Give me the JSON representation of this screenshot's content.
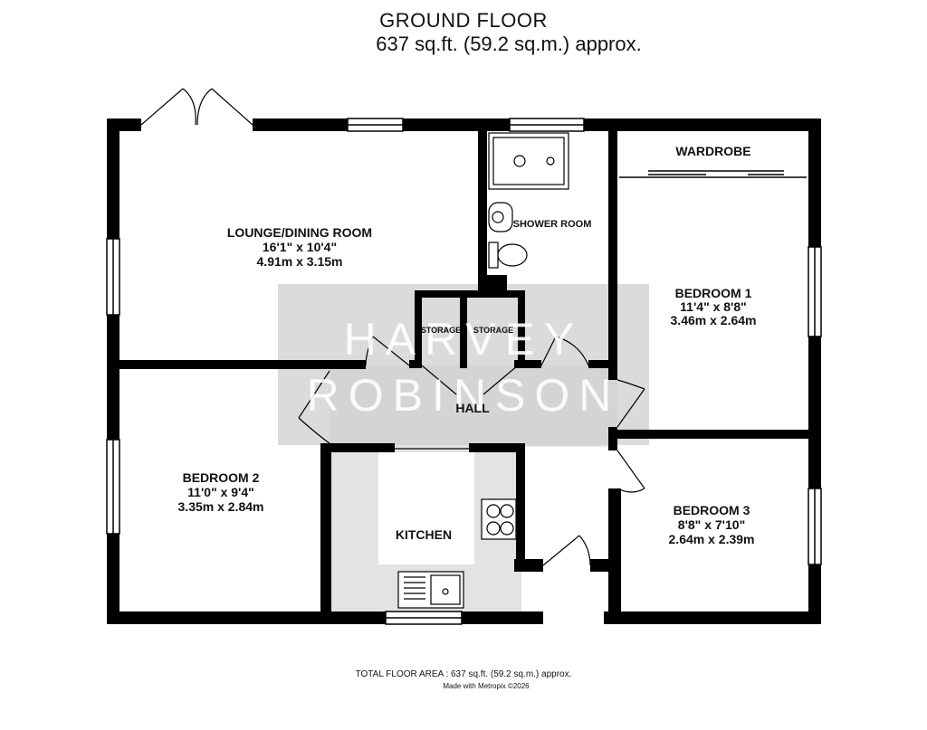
{
  "header": {
    "title": "GROUND FLOOR",
    "area": "637 sq.ft. (59.2 sq.m.) approx."
  },
  "watermark": {
    "line1": "HARVEY",
    "line2": "ROBINSON"
  },
  "rooms": {
    "lounge": {
      "name": "LOUNGE/DINING ROOM",
      "imperial": "16'1\"  x 10'4\"",
      "metric": "4.91m  x 3.15m"
    },
    "shower": {
      "name": "SHOWER ROOM"
    },
    "wardrobe": {
      "name": "WARDROBE"
    },
    "bedroom1": {
      "name": "BEDROOM 1",
      "imperial": "11'4\"  x 8'8\"",
      "metric": "3.46m  x 2.64m"
    },
    "storage1": {
      "name": "STORAGE"
    },
    "storage2": {
      "name": "STORAGE"
    },
    "hall": {
      "name": "HALL"
    },
    "bedroom2": {
      "name": "BEDROOM 2",
      "imperial": "11'0\"  x 9'4\"",
      "metric": "3.35m  x 2.84m"
    },
    "kitchen": {
      "name": "KITCHEN"
    },
    "bedroom3": {
      "name": "BEDROOM 3",
      "imperial": "8'8\"  x 7'10\"",
      "metric": "2.64m  x 2.39m"
    }
  },
  "footer": {
    "total": "TOTAL FLOOR AREA : 637 sq.ft. (59.2 sq.m.) approx.",
    "credit": "Made with Metropix ©2026"
  },
  "colors": {
    "wall": "#000000",
    "floor_grey": "#e3e3e3",
    "watermark_box": "#cfcfcf"
  }
}
